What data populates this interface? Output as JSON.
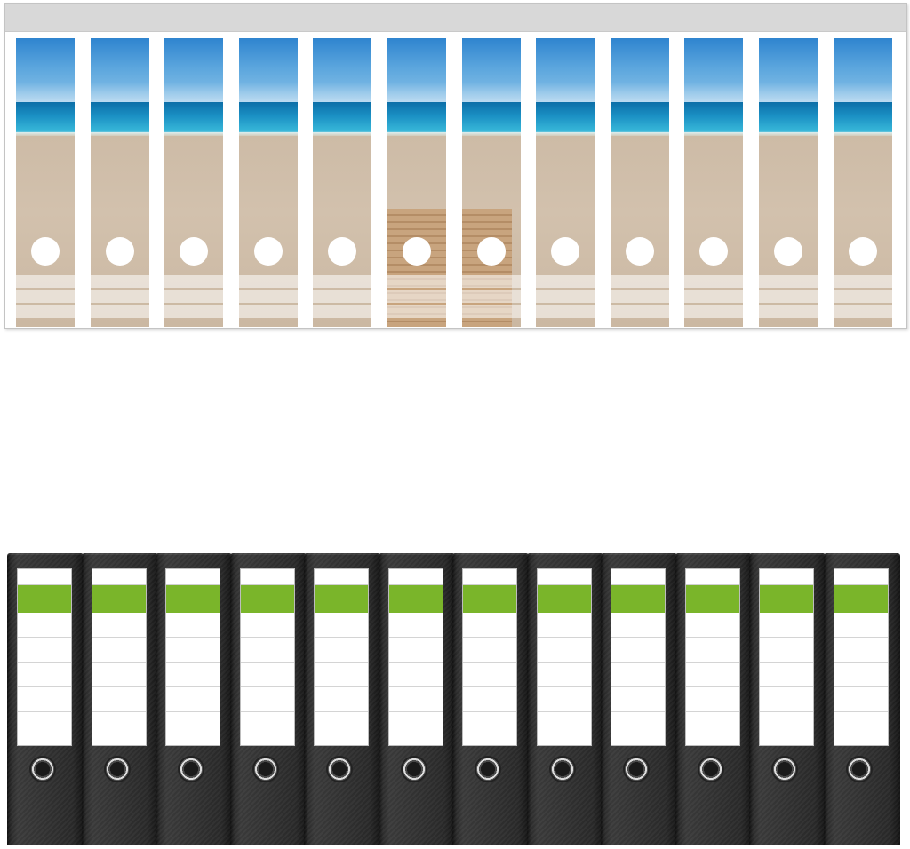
{
  "sheet": {
    "label_count": 12,
    "scene": "beach-photo"
  },
  "binders": {
    "count": 12,
    "label_color": "#7ab52a",
    "body_color": "#333333"
  },
  "colors": {
    "sky": "#4f9fdc",
    "sea": "#1a8fc3",
    "sand": "#d0bfaa",
    "walkway": "#c8a47e",
    "green_band": "#7ab52a"
  }
}
